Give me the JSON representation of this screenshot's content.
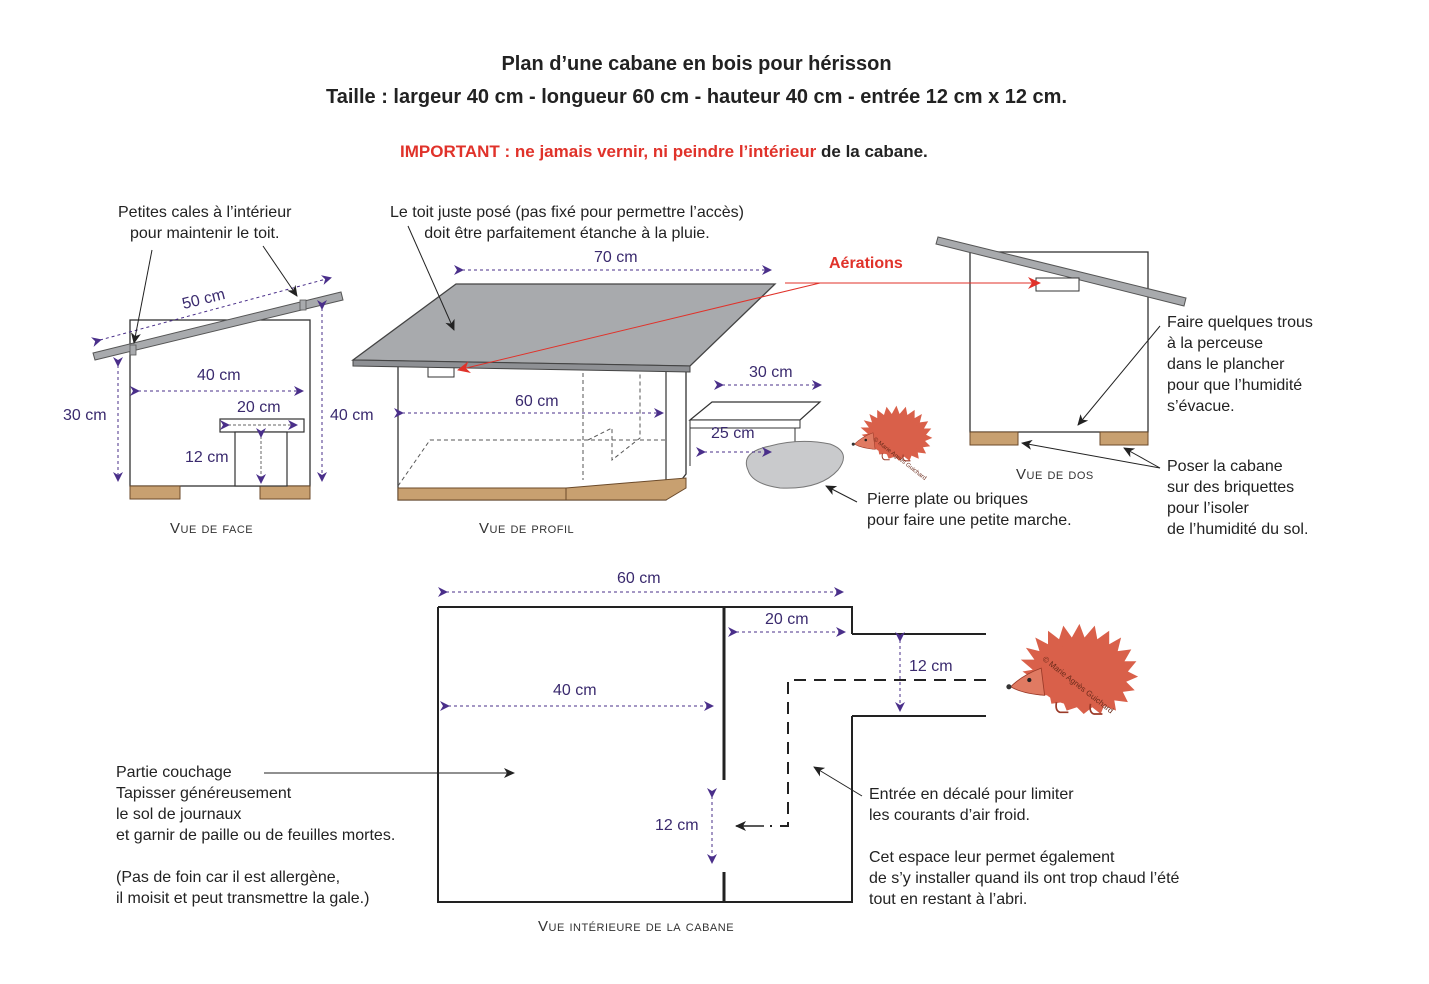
{
  "header": {
    "title": "Plan d’une cabane en bois pour hérisson",
    "size_line": "Taille  : largeur 40 cm - longueur 60 cm - hauteur 40 cm - entrée 12 cm x 12 cm.",
    "important_red": "IMPORTANT : ne jamais vernir, ni peindre l’intérieur",
    "important_rest": " de la cabane."
  },
  "notes": {
    "cales": [
      "Petites cales à l’intérieur",
      "pour maintenir le toit."
    ],
    "toit": [
      "Le toit juste posé (pas fixé pour permettre l’accès)",
      "doit être parfaitement étanche à la pluie."
    ],
    "aerations": "Aérations",
    "trous": [
      "Faire quelques trous",
      "à la perceuse",
      "dans le plancher",
      "pour que l’humidité",
      "s’évacue."
    ],
    "briquettes": [
      "Poser la cabane",
      "sur des briquettes",
      "pour l’isoler",
      "de l’humidité du sol."
    ],
    "pierre": [
      "Pierre plate ou briques",
      "pour faire une petite marche."
    ],
    "couchage": [
      "Partie couchage",
      "Tapisser généreusement",
      "le sol de journaux",
      "et garnir de paille ou de feuilles mortes.",
      "",
      "(Pas de foin car il est allergène,",
      "il moisit et peut transmettre la gale.)"
    ],
    "entree": [
      "Entrée en décalé pour limiter",
      "les courants d’air froid.",
      "",
      "Cet espace leur permet également",
      "de s’y installer quand ils ont trop chaud l’été",
      "tout en restant à l’abri."
    ]
  },
  "dimensions": {
    "front_roof": "50 cm",
    "front_width": "40 cm",
    "front_height_left": "30 cm",
    "front_height_right": "40 cm",
    "front_door_width": "20 cm",
    "front_door_height": "12 cm",
    "side_roof": "70 cm",
    "side_length": "60 cm",
    "side_step_width": "30 cm",
    "side_step_depth": "25 cm",
    "plan_length": "60 cm",
    "plan_inner": "40 cm",
    "plan_corridor": "20 cm",
    "plan_entry": "12 cm",
    "plan_gap": "12 cm"
  },
  "captions": {
    "front": "Vue de face",
    "side": "Vue de profil",
    "back": "Vue de dos",
    "interior": "Vue intérieure de la cabane"
  },
  "hedgehog_credit": "© Marie Agnès Guichard",
  "colors": {
    "accent_red": "#e0322a",
    "dimension_purple": "#4a2f8a",
    "wood": "#c8a070",
    "roof_grey": "#a8aaad",
    "hedgehog": "#d9604a"
  },
  "icons": [
    "hedgehog-icon",
    "dimension-arrow-icon",
    "pointer-arrow-icon"
  ]
}
